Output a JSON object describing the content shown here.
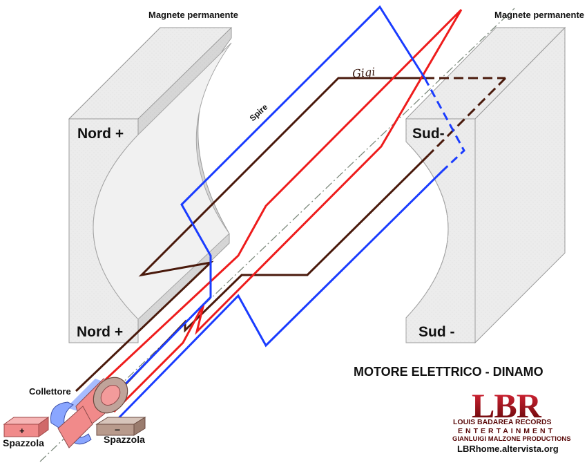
{
  "labels": {
    "magnet_left": "Magnete permanente",
    "magnet_right": "Magnete permanente",
    "north_top": "Nord +",
    "north_bottom": "Nord +",
    "south_top": "Sud-",
    "south_bottom": "Sud -",
    "coil": "Spire",
    "commutator": "Collettore",
    "brush_left": "Spazzola",
    "brush_right": "Spazzola",
    "brush_plus": "+",
    "brush_minus": "−",
    "signature": "Gigi",
    "title": "MOTORE ELETTRICO - DINAMO"
  },
  "logo": {
    "mark": "LBR",
    "line1": "LOUIS BADAREA RECORDS",
    "line2": "ENTERTAINMENT",
    "line3": "GIANLUIGI MALZONE PRODUCTIONS",
    "url": "LBRhome.altervista.org"
  },
  "colors": {
    "coil_blue": "#1a3cff",
    "coil_red": "#ee1c1c",
    "coil_brown": "#4a1a0c",
    "axis": "#7d8a7d",
    "magnet_face": "#e9e9e9",
    "magnet_side": "#d2d2d2",
    "brush_plus": "#f08a8a",
    "brush_minus": "#b89a8c",
    "logo_red": "#c8102e"
  }
}
